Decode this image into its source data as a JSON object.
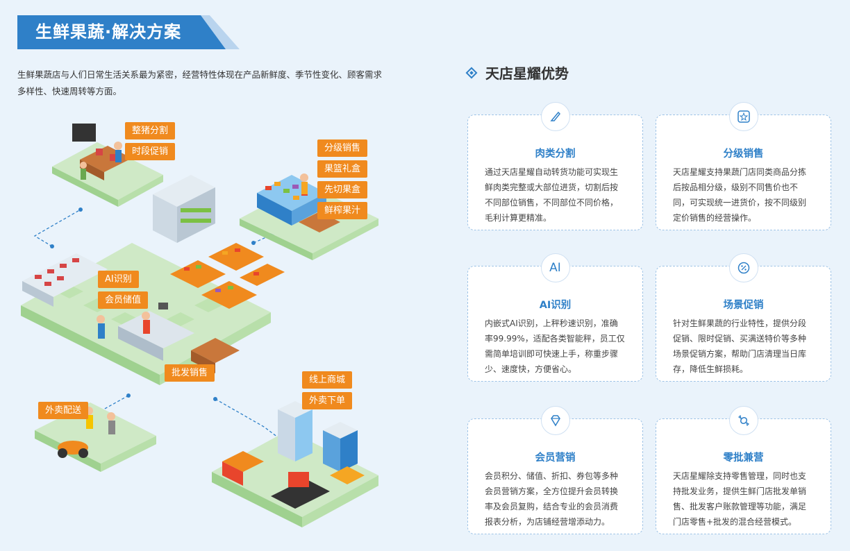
{
  "header": {
    "title": "生鲜果蔬·解决方案"
  },
  "intro": "生鲜果蔬店与人们日常生活关系最为紧密，经营特性体现在产品新鲜度、季节性变化、顾客需求多样性、快速周转等方面。",
  "tags": {
    "t1": "整猪分割",
    "t2": "时段促销",
    "t3": "分级销售",
    "t4": "果篮礼盒",
    "t5": "先切果盒",
    "t6": "鲜榨果汁",
    "t7": "AI识别",
    "t8": "会员储值",
    "t9": "批发销售",
    "t10": "外卖配送",
    "t11": "线上商城",
    "t12": "外卖下单"
  },
  "advantages": {
    "title": "天店星耀优势",
    "cards": [
      {
        "title": "肉类分割",
        "icon": "knife-icon",
        "glyph": "",
        "desc": "通过天店星耀自动转货功能可实现生鲜肉类完整或大部位进货，切割后按不同部位销售，不同部位不同价格，毛利计算更精准。"
      },
      {
        "title": "分级销售",
        "icon": "star-box-icon",
        "glyph": "",
        "desc": "天店星耀支持果蔬门店同类商品分拣后按品相分级，级别不同售价也不同，可实现统一进货价，按不同级别定价销售的经营操作。"
      },
      {
        "title": "AI识别",
        "icon": "ai-icon",
        "glyph": "AI",
        "desc": "内嵌式AI识别，上秤秒速识别，准确率99.99%，适配各类智能秤，员工仅需简单培训即可快速上手，称重步骤少、速度快，方便省心。"
      },
      {
        "title": "场景促销",
        "icon": "discount-icon",
        "glyph": "",
        "desc": "针对生鲜果蔬的行业特性，提供分段促销、限时促销、买满送特价等多种场景促销方案，帮助门店清理当日库存，降低生鲜损耗。"
      },
      {
        "title": "会员营销",
        "icon": "diamond-icon",
        "glyph": "",
        "desc": "会员积分、储值、折扣、券包等多种会员营销方案，全方位提升会员转换率及会员复购，结合专业的会员消费报表分析，为店铺经营增添动力。"
      },
      {
        "title": "零批兼营",
        "icon": "candy-icon",
        "glyph": "",
        "desc": "天店星耀除支持零售管理，同时也支持批发业务，提供生鲜门店批发单销售、批发客户账款管理等功能，满足门店零售+批发的混合经营模式。"
      }
    ]
  }
}
